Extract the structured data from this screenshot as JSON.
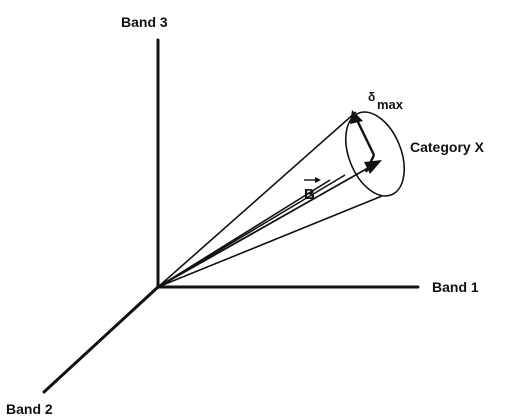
{
  "diagram": {
    "axes": {
      "band1": "Band 1",
      "band2": "Band 2",
      "band3": "Band 3"
    },
    "vector_label": "B",
    "radius_label": "δ",
    "radius_subscript": "max",
    "category_label": "Category X"
  }
}
